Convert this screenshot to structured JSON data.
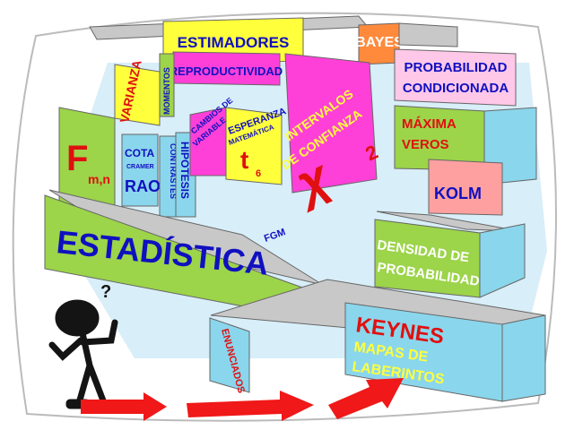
{
  "labels": {
    "estimadores": "ESTIMADORES",
    "bayes": "BAYES",
    "probabilidad_line1": "PROBABILIDAD",
    "probabilidad_line2": "CONDICIONADA",
    "reproductividad": "REPRODUCTIVIDAD",
    "momentos": "MOMENTOS",
    "varianza": "VARIANZA",
    "maxima_line1": "MÁXIMA",
    "maxima_line2": "VEROS",
    "intervalos_line1": "INTERVALOS",
    "intervalos_line2": "DE CONFIANZA",
    "esperanza_line1": "ESPERANZA",
    "esperanza_line2": "MATEMÁTICA",
    "cambios_line1": "CAMBIOS DE",
    "cambios_line2": "VARIABLE",
    "fisher": "F",
    "fisher_sub": "m,n",
    "cota_line1": "COTA",
    "cota_line2": "CRAMER",
    "cota_line3": "RAO",
    "contrastes": "CONTRASTES",
    "hipotesis": "HIPÓTESIS",
    "student": "t",
    "student_sub": "6",
    "chi": "χ",
    "chi_sup": "2",
    "kolm": "KOLM",
    "fgm": "FGM",
    "densidad_line1": "DENSIDAD DE",
    "densidad_line2": "PROBABILIDAD",
    "estadistica": "ESTADÍSTICA",
    "cuestionario": "ENUNCIADOS",
    "keynes": "KEYNES",
    "mapas_line1": "MAPAS DE",
    "mapas_line2": "LABERINTOS",
    "question_mark": "?"
  },
  "colors": {
    "wall_top": "#c8c8c8",
    "wall_front": "#aaaaaa",
    "floor": "#d6eef8",
    "cyan_wall": "#8ad6ec",
    "green_wall": "#9cd44a",
    "yellow_wall": "#ffff3c",
    "magenta_wall": "#ff40d8",
    "orange_wall": "#ff8a3c",
    "pink_wall": "#ffa0a0",
    "blue_text": "#1010c0",
    "red_text": "#e01010",
    "arrow_red": "#f01818",
    "figure": "#141414"
  }
}
